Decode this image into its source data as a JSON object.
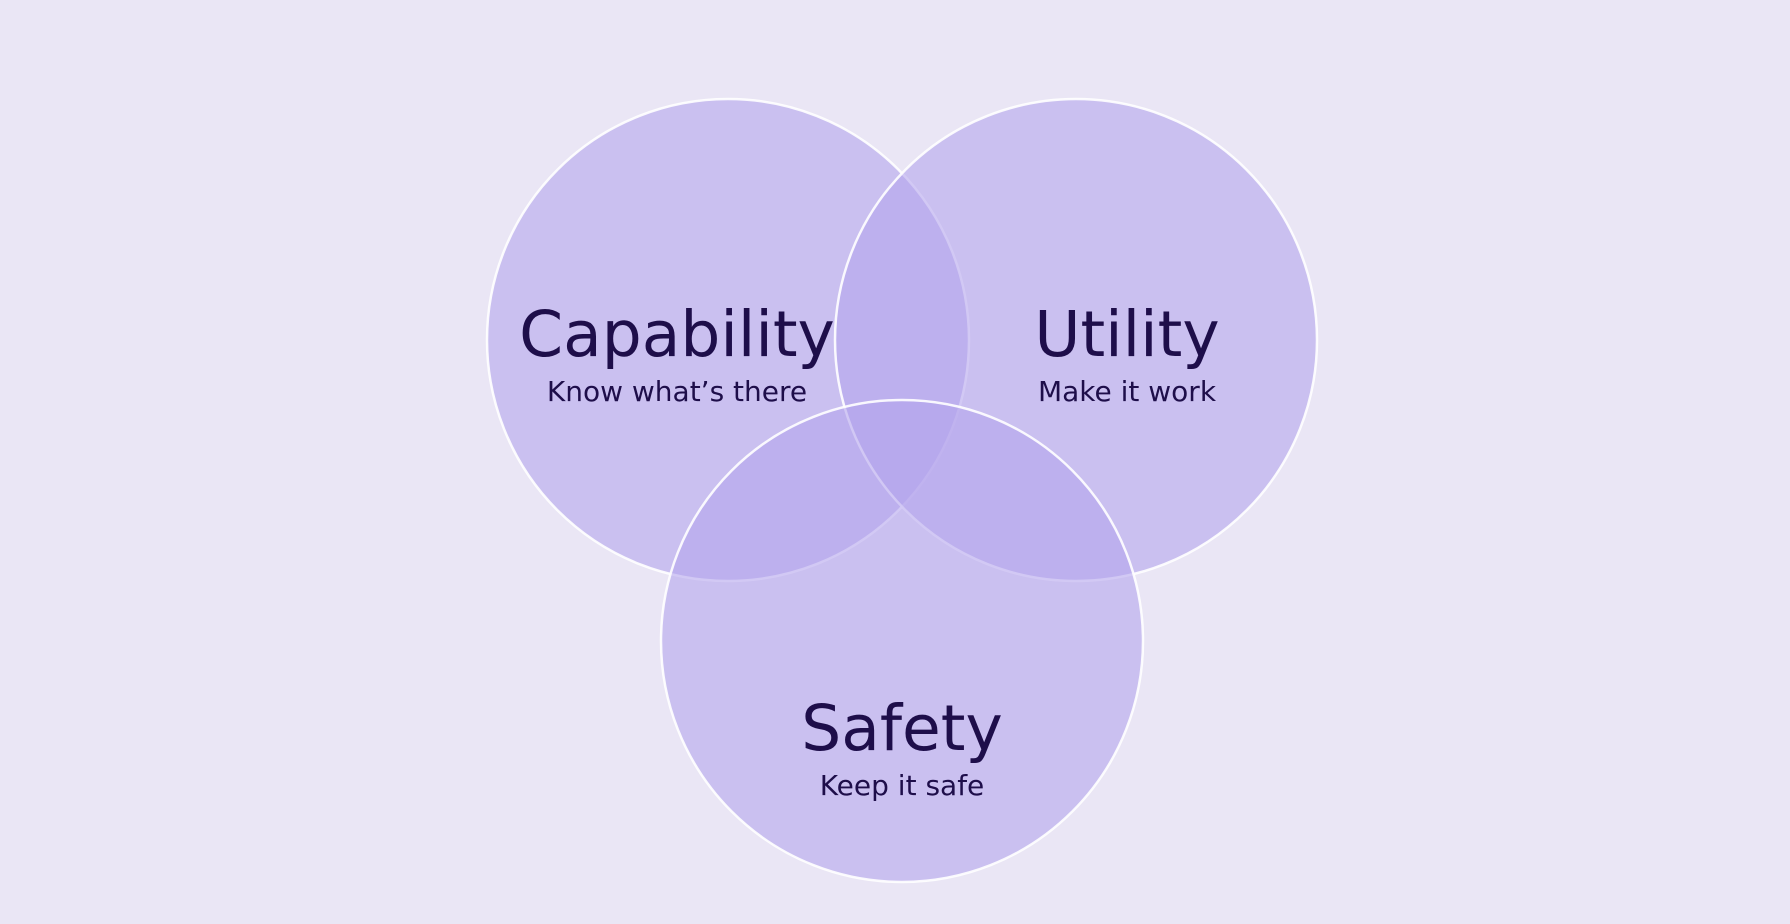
{
  "diagram": {
    "type": "venn",
    "sets": [
      {
        "id": "capability",
        "title": "Capability",
        "subtitle": "Know what’s there"
      },
      {
        "id": "utility",
        "title": "Utility",
        "subtitle": "Make it work"
      },
      {
        "id": "safety",
        "title": "Safety",
        "subtitle": "Keep it safe"
      }
    ],
    "colors": {
      "background": "#EAE6F5",
      "circle_fill": "#B3A4EC",
      "circle_stroke": "#FFFFFF",
      "text": "#1E0E4A"
    }
  }
}
